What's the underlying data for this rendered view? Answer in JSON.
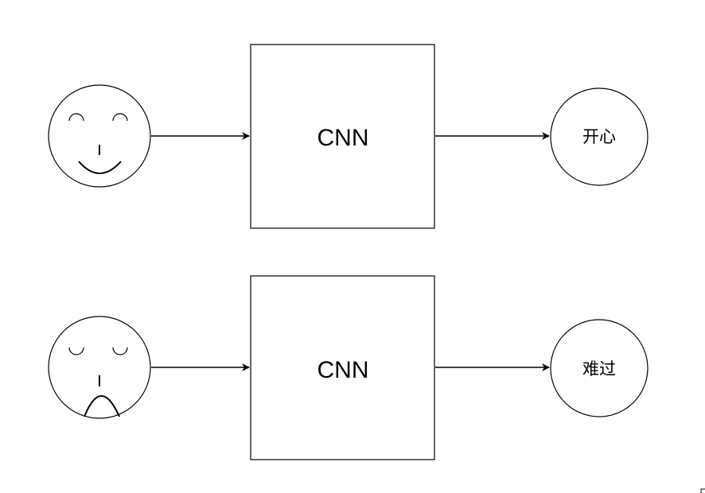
{
  "diagram": {
    "rows": [
      {
        "input_face": "happy-face-icon",
        "model_label": "CNN",
        "output_label": "开心"
      },
      {
        "input_face": "sad-face-icon",
        "model_label": "CNN",
        "output_label": "难过"
      }
    ],
    "colors": {
      "stroke": "#000000",
      "fill": "#ffffff"
    }
  }
}
